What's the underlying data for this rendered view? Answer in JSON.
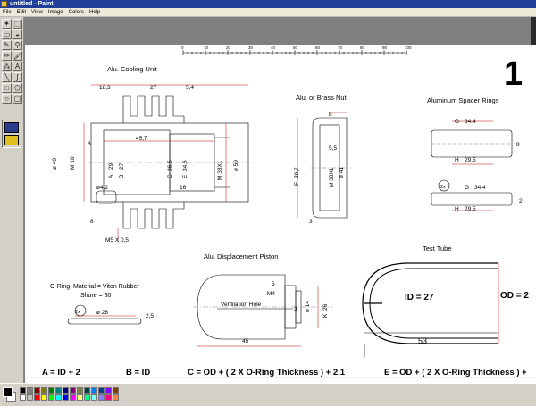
{
  "window": {
    "title": "untitled - Paint"
  },
  "menu": [
    "File",
    "Edit",
    "View",
    "Image",
    "Colors",
    "Help"
  ],
  "tools": [
    {
      "name": "free-select-tool",
      "glyph": "✦"
    },
    {
      "name": "rect-select-tool",
      "glyph": "⬚"
    },
    {
      "name": "eraser-tool",
      "glyph": "▭"
    },
    {
      "name": "fill-tool",
      "glyph": "◒"
    },
    {
      "name": "color-picker-tool",
      "glyph": "✎"
    },
    {
      "name": "magnifier-tool",
      "glyph": "⚲"
    },
    {
      "name": "pencil-tool",
      "glyph": "✏"
    },
    {
      "name": "brush-tool",
      "glyph": "🖌"
    },
    {
      "name": "airbrush-tool",
      "glyph": "⁂"
    },
    {
      "name": "text-tool",
      "glyph": "A"
    },
    {
      "name": "line-tool",
      "glyph": "╲"
    },
    {
      "name": "curve-tool",
      "glyph": "∫"
    },
    {
      "name": "rectangle-tool",
      "glyph": "□"
    },
    {
      "name": "polygon-tool",
      "glyph": "⬠"
    },
    {
      "name": "ellipse-tool",
      "glyph": "○"
    },
    {
      "name": "rounded-rect-tool",
      "glyph": "▢"
    }
  ],
  "palette": [
    "#000000",
    "#808080",
    "#800000",
    "#808000",
    "#008000",
    "#008080",
    "#000080",
    "#800080",
    "#808040",
    "#004040",
    "#0080ff",
    "#004080",
    "#8000ff",
    "#804000",
    "#ffffff",
    "#c0c0c0",
    "#ff0000",
    "#ffff00",
    "#00ff00",
    "#00ffff",
    "#0000ff",
    "#ff00ff",
    "#ffff80",
    "#00ff80",
    "#80ffff",
    "#8080ff",
    "#ff0080",
    "#ff8040"
  ],
  "drawing": {
    "big_number": "1",
    "ruler_ticks": [
      "0",
      "10",
      "20",
      "30",
      "40",
      "50",
      "60",
      "70",
      "80",
      "90",
      "100"
    ],
    "cooling": {
      "title": "Alu. Cooling Unit",
      "d1": "18,3",
      "d2": "27",
      "d3": "5,4",
      "d4": "45,7",
      "d5": "8",
      "d6": "ø 40",
      "d7": "M 10",
      "d8": "A",
      "d9": "29",
      "d10": "B",
      "d11": "27",
      "d12": "C",
      "d13": "36,5",
      "d14": "E",
      "d15": "34,5",
      "d16": "16",
      "d17": "M 38X1",
      "d18": "ø 59",
      "d19": "ø4,2",
      "d20": "8",
      "d21": "M5 X 0,5"
    },
    "nut": {
      "title": "Alu.  or Brass  Nut",
      "d1": "8",
      "d2": "5,5",
      "d3": "F",
      "d4": "29,7",
      "d5": "M 38X1",
      "d6": "ø 41",
      "d7": "3"
    },
    "spacer": {
      "title": "Aluminum Spacer Rings",
      "g1": "G",
      "g1v": "34.4",
      "h1": "H",
      "h1v": "29.5",
      "d9": "9",
      "qty": "2x",
      "g2": "G",
      "g2v": "34.4",
      "h2": "H",
      "h2v": "29.5",
      "d2": "2"
    },
    "piston": {
      "title": "Alu. Displacement Piston",
      "d5": "5",
      "m4": "M4",
      "d3": "3",
      "d14": "ø 14",
      "k": "K",
      "k26": "26",
      "vent": "Ventilation Hole",
      "d45": "45"
    },
    "tube": {
      "title": "Test Tube",
      "id": "ID = 27",
      "od": "OD = 2",
      "d53": "53"
    },
    "oring": {
      "l1": "O-Ring, Material = Viton Rubber",
      "l2": "Shore = 80",
      "qty": "2x",
      "d28": "ø 28",
      "d25": "2,5"
    },
    "formulas": {
      "a": "A = ID + 2",
      "b": "B = ID",
      "c": "C = OD + ( 2 X O-Ring Thickness ) + 2.1",
      "e": "E = OD + ( 2 X O-Ring Thickness ) +"
    }
  }
}
